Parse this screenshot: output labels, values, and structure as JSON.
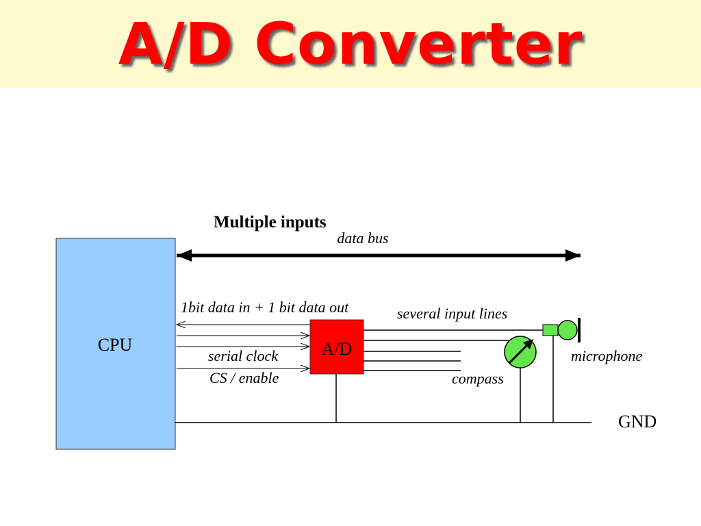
{
  "slide": {
    "title": "A/D Converter",
    "title_color": "#ff0000",
    "band_color": "#fffacd"
  },
  "diagram": {
    "heading": "Multiple inputs",
    "cpu_label": "CPU",
    "adc_label": "A/D",
    "data_bus_label": "data bus",
    "data_in_out_label": "1bit data in + 1 bit data out",
    "serial_clock_label": "serial clock",
    "cs_enable_label": "CS / enable",
    "input_lines_label": "several input lines",
    "compass_label": "compass",
    "microphone_label": "microphone",
    "gnd_label": "GND",
    "colors": {
      "cpu_fill": "#99ccff",
      "adc_fill": "#ff0000",
      "sensor_fill": "#66e64d"
    }
  }
}
